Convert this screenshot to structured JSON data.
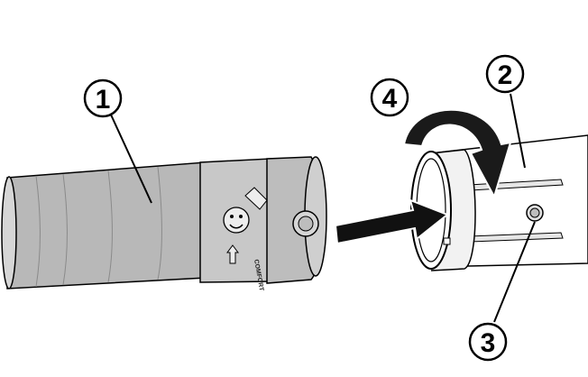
{
  "diagram": {
    "callouts": [
      {
        "id": "1",
        "label": "1"
      },
      {
        "id": "2",
        "label": "2"
      },
      {
        "id": "3",
        "label": "3"
      },
      {
        "id": "4",
        "label": "4"
      }
    ],
    "nozzle_text": "COMFORT",
    "colors": {
      "background": "#ffffff",
      "part_fill": "#b8b8b8",
      "part_dark": "#8a8a8a",
      "part_light": "#d6d6d6",
      "outline": "#000000",
      "arrow": "#111111"
    }
  }
}
